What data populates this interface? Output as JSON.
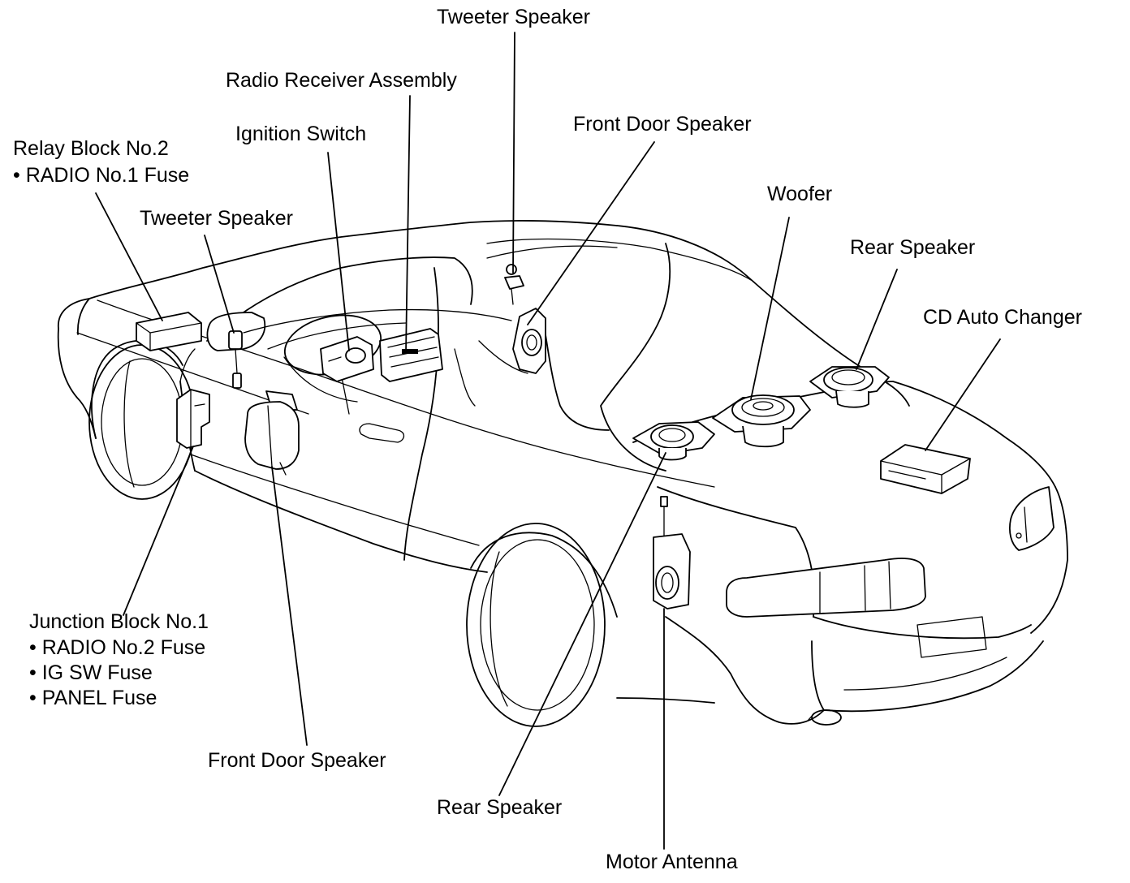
{
  "labels": {
    "tweeter_speaker_top": "Tweeter Speaker",
    "radio_receiver_assembly": "Radio Receiver Assembly",
    "front_door_speaker_top": "Front Door Speaker",
    "ignition_switch": "Ignition Switch",
    "relay_block": {
      "title": "Relay Block No.2",
      "fuse": "• RADIO No.1 Fuse"
    },
    "tweeter_speaker_left": "Tweeter Speaker",
    "woofer": "Woofer",
    "rear_speaker_right": "Rear Speaker",
    "cd_auto_changer": "CD Auto Changer",
    "junction_block": {
      "title": "Junction Block No.1",
      "fuses": [
        "• RADIO No.2 Fuse",
        "• IG SW Fuse",
        "• PANEL Fuse"
      ]
    },
    "front_door_speaker_bottom": "Front Door Speaker",
    "rear_speaker_bottom": "Rear Speaker",
    "motor_antenna": "Motor Antenna"
  }
}
